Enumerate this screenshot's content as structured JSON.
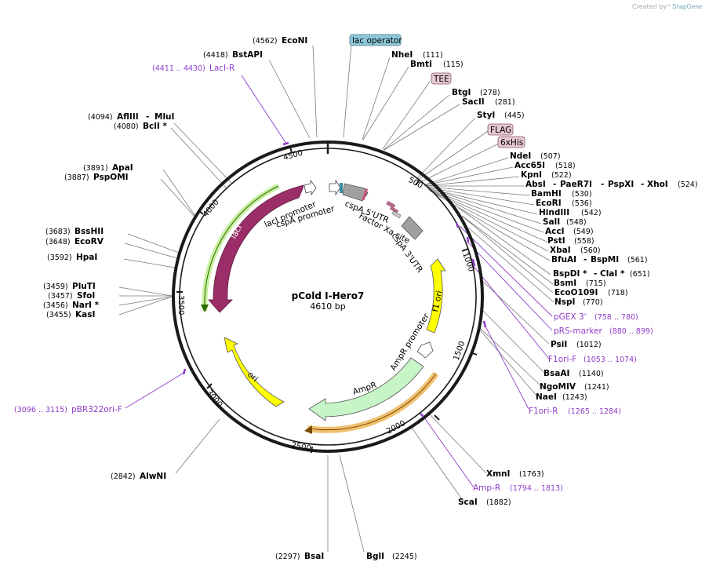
{
  "watermark": {
    "prefix": "Created by",
    "brand": "SnapGene"
  },
  "plasmid": {
    "name": "pCold I-Hero7",
    "length": "4610 bp"
  },
  "ticks": [
    "500",
    "1000",
    "1500",
    "2000",
    "2500",
    "3000",
    "3500",
    "4000",
    "4500"
  ],
  "enzymes": {
    "econi": {
      "name": "EcoNI",
      "pos": "(4562)"
    },
    "bstapi": {
      "name": "BstAPI",
      "pos": "(4418)"
    },
    "aflIII": {
      "name": "AflIII",
      "sep": "-",
      "name2": "MluI",
      "pos": "(4094)"
    },
    "bcli": {
      "name": "BclI *",
      "pos": "(4080)"
    },
    "apai": {
      "name": "ApaI",
      "pos": "(3891)"
    },
    "pspomi": {
      "name": "PspOMI",
      "pos": "(3887)"
    },
    "bsshii": {
      "name": "BssHII",
      "pos": "(3683)"
    },
    "ecorv": {
      "name": "EcoRV",
      "pos": "(3648)"
    },
    "hpai": {
      "name": "HpaI",
      "pos": "(3592)"
    },
    "pluti": {
      "name": "PluTI",
      "pos": "(3459)"
    },
    "sfoi": {
      "name": "SfoI",
      "pos": "(3457)"
    },
    "nari": {
      "name": "NarI *",
      "pos": "(3456)"
    },
    "kasi": {
      "name": "KasI",
      "pos": "(3455)"
    },
    "alwni": {
      "name": "AlwNI",
      "pos": "(2842)"
    },
    "bsai": {
      "name": "BsaI",
      "pos": "(2297)"
    },
    "bgli": {
      "name": "BglI",
      "pos": "(2245)"
    },
    "nhei": {
      "name": "NheI",
      "pos": "(111)"
    },
    "bmti": {
      "name": "BmtI",
      "pos": "(115)"
    },
    "btgi": {
      "name": "BtgI",
      "pos": "(278)"
    },
    "sacii": {
      "name": "SacII",
      "pos": "(281)"
    },
    "styi": {
      "name": "StyI",
      "pos": "(445)"
    },
    "ndei": {
      "name": "NdeI",
      "pos": "(507)"
    },
    "acc65i": {
      "name": "Acc65I",
      "pos": "(518)"
    },
    "kpni": {
      "name": "KpnI",
      "pos": "(522)"
    },
    "absi": {
      "name": "AbsI",
      "sep1": "-",
      "name2": "PaeR7I",
      "sep2": "-",
      "name3": "PspXI",
      "sep3": "-",
      "name4": "XhoI",
      "pos": "(524)"
    },
    "bamhi": {
      "name": "BamHI",
      "pos": "(530)"
    },
    "ecori": {
      "name": "EcoRI",
      "pos": "(536)"
    },
    "hindiii": {
      "name": "HindIII",
      "pos": "(542)"
    },
    "sali": {
      "name": "SalI",
      "pos": "(548)"
    },
    "acci": {
      "name": "AccI",
      "pos": "(549)"
    },
    "psti": {
      "name": "PstI",
      "pos": "(558)"
    },
    "xbai": {
      "name": "XbaI",
      "pos": "(560)"
    },
    "bfuai": {
      "name": "BfuAI",
      "sep": "-",
      "name2": "BspMI",
      "pos": "(561)"
    },
    "bspdi": {
      "name": "BspDI *",
      "sep": "-",
      "name2": "ClaI *",
      "pos": "(651)"
    },
    "bsmi": {
      "name": "BsmI",
      "pos": "(715)"
    },
    "ecoo109i": {
      "name": "EcoO109I",
      "pos": "(718)"
    },
    "nspi": {
      "name": "NspI",
      "pos": "(770)"
    },
    "psii": {
      "name": "PsiI",
      "pos": "(1012)"
    },
    "bsaai": {
      "name": "BsaAI",
      "pos": "(1140)"
    },
    "ngomiv": {
      "name": "NgoMIV",
      "pos": "(1241)"
    },
    "naei": {
      "name": "NaeI",
      "pos": "(1243)"
    },
    "xmni": {
      "name": "XmnI",
      "pos": "(1763)"
    },
    "scai": {
      "name": "ScaI",
      "pos": "(1882)"
    }
  },
  "primers": {
    "laci_r": {
      "range": "(4411 .. 4430)",
      "name": "LacI-R"
    },
    "pbr322ori_f": {
      "range": "(3096 .. 3115)",
      "name": "pBR322ori-F"
    },
    "pgex3": {
      "name": "pGEX 3'",
      "range": "(758 .. 780)"
    },
    "prs_marker": {
      "name": "pRS-marker",
      "range": "(880 .. 899)"
    },
    "f1ori_f": {
      "name": "F1ori-F",
      "range": "(1053 .. 1074)"
    },
    "f1ori_r": {
      "name": "F1ori-R",
      "range": "(1265 .. 1284)"
    },
    "amp_r": {
      "name": "Amp-R",
      "range": "(1794 .. 1813)"
    }
  },
  "boxed_labels": {
    "lac_operator": "lac operator",
    "tee": "TEE",
    "flag": "FLAG",
    "his": "6xHis"
  },
  "features": {
    "laci": "lacI",
    "laci_promoter": "lacI promoter",
    "cspa_promoter": "cspA promoter",
    "cspa_5utr": "cspA 5'UTR",
    "factor_xa": "Factor Xa site",
    "cspa_3utr": "cspA 3'UTR",
    "f1_ori": "f1 ori",
    "ampr_promoter": "AmpR promoter",
    "ampr": "AmpR",
    "ori": "ori"
  },
  "colors": {
    "backbone": "#1a1a1a",
    "laci": "#9b2d68",
    "f1ori_yellow": "#ffff00",
    "ampr_green": "#c8f5c8",
    "promoter_white": "#ffffff",
    "utr_gray": "#a0a0a0",
    "primer_purple": "#8e3cc8",
    "lac_operator_box": "#8ec8d8",
    "tag_box": "#e6c8d2",
    "orf_orange": "#f0b050"
  }
}
